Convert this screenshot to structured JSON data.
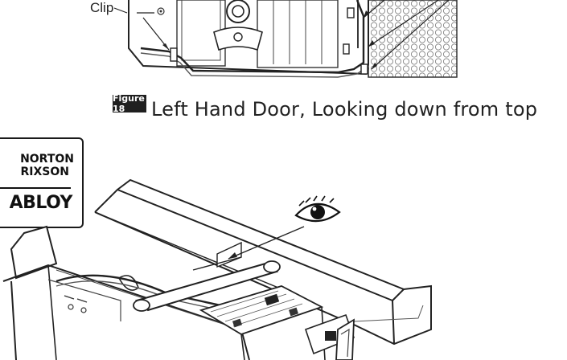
{
  "labels": {
    "clip": "Clip"
  },
  "figure": {
    "badge": "Figure 18",
    "caption": "Left Hand Door, Looking down from top"
  },
  "logo": {
    "line1": "NORTON",
    "line2": "RIXSON",
    "line3": "ABLOY"
  },
  "icons": {
    "viewpoint": "eye-icon"
  }
}
